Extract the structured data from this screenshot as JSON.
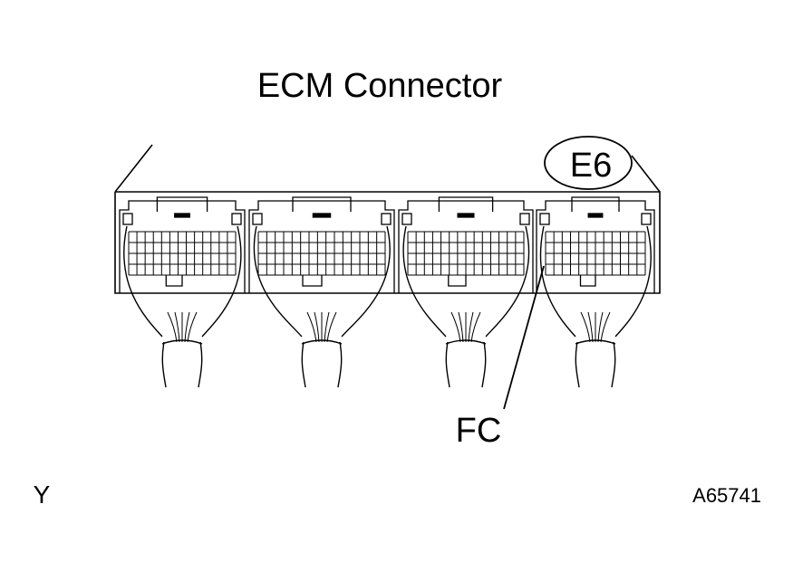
{
  "diagram": {
    "title": "ECM Connector",
    "connector_label": "E6",
    "terminal_label": "FC",
    "corner_letter": "Y",
    "figure_code": "A65741"
  }
}
